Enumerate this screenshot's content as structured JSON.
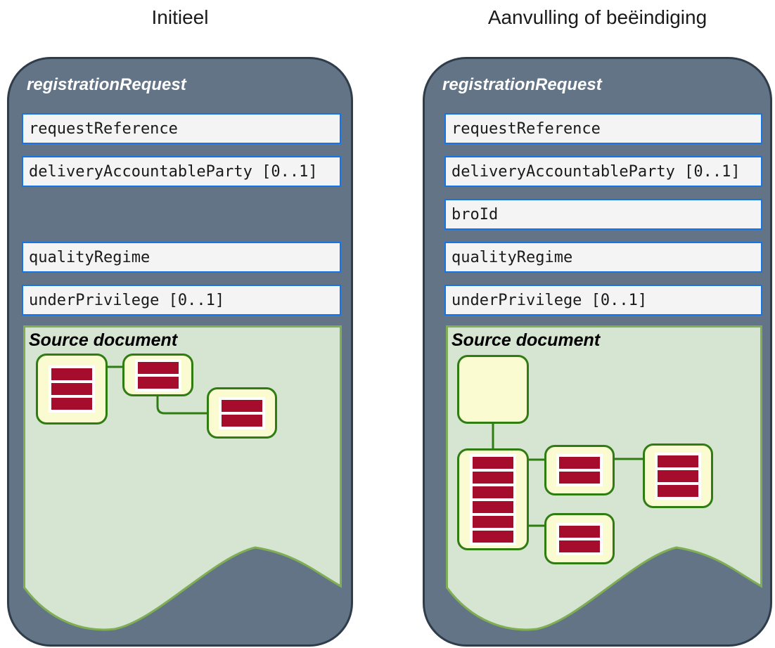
{
  "columns": [
    {
      "title": "Initieel",
      "panel": {
        "header": "registrationRequest",
        "fields": [
          {
            "label": "requestReference"
          },
          {
            "label": "deliveryAccountableParty [0..1]"
          },
          {
            "label": "qualityRegime"
          },
          {
            "label": "underPrivilege [0..1]"
          }
        ],
        "source_document": {
          "label": "Source document",
          "nodes": [
            {
              "name": "document-node-a",
              "bars": 3
            },
            {
              "name": "document-node-b",
              "bars": 2
            },
            {
              "name": "document-node-c",
              "bars": 2
            }
          ]
        }
      }
    },
    {
      "title": "Aanvulling of beëindiging",
      "panel": {
        "header": "registrationRequest",
        "fields": [
          {
            "label": "requestReference"
          },
          {
            "label": "deliveryAccountableParty [0..1]"
          },
          {
            "label": "broId"
          },
          {
            "label": "qualityRegime"
          },
          {
            "label": "underPrivilege [0..1]"
          }
        ],
        "source_document": {
          "label": "Source document",
          "nodes": [
            {
              "name": "empty-node",
              "bars": 0
            },
            {
              "name": "document-node-tall",
              "bars": 6
            },
            {
              "name": "document-node-mid-top",
              "bars": 2
            },
            {
              "name": "document-node-right",
              "bars": 3
            },
            {
              "name": "document-node-mid-bottom",
              "bars": 2
            }
          ]
        }
      }
    }
  ],
  "colors": {
    "panel_fill": "#637487",
    "panel_border": "#2f3c4a",
    "field_border_blue": "#1474e8",
    "field_fill": "#f4f4f4",
    "green_fill": "#d6e5d2",
    "green_border": "#7fae55",
    "node_fill": "#fbfbd2",
    "node_border": "#2f7d12",
    "record_bar_red": "#a60c2c"
  }
}
